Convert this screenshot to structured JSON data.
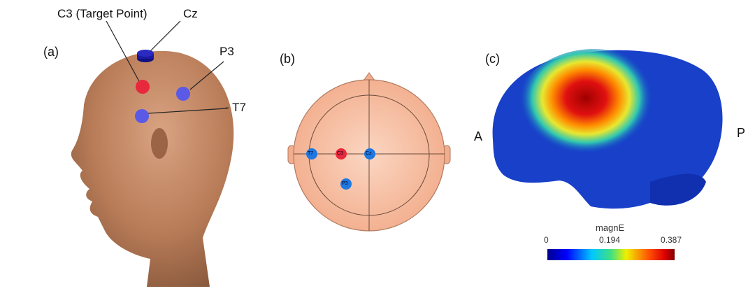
{
  "panel_a": {
    "label": "(a)",
    "electrodes": {
      "target": "C3 (Target Point)",
      "cz": "Cz",
      "p3": "P3",
      "t7": "- T7"
    }
  },
  "panel_b": {
    "label": "(b)",
    "electrodes": {
      "t7": "T7",
      "c3": "C3",
      "cz": "Cz",
      "p3": "P3"
    }
  },
  "panel_c": {
    "label": "(c)",
    "anterior": "A",
    "posterior": "P",
    "colorbar": {
      "title": "magnE",
      "min": "0",
      "mid": "0.194",
      "max": "0.387"
    }
  },
  "colors": {
    "target": "#e8283c",
    "electrode": "#1e78e0",
    "electrode_a": "#5a5ae6",
    "scalp": "#f5b898"
  }
}
